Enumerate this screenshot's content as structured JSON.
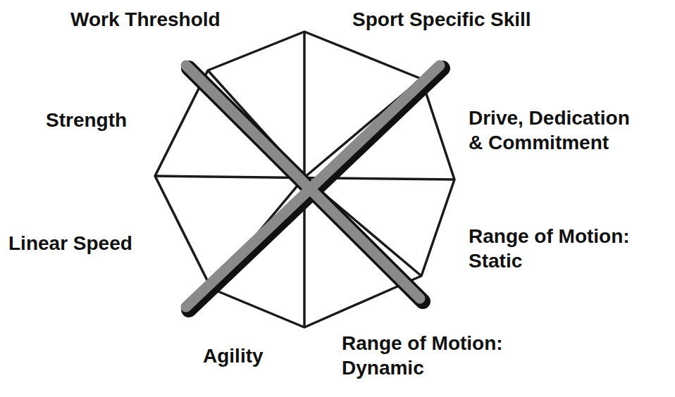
{
  "diagram": {
    "labels": [
      "Work Threshold",
      "Sport Specific Skill",
      "Strength",
      "Drive, Dedication & Commitment",
      "Linear Speed",
      "Range of Motion: Static",
      "Agility",
      "Range of Motion: Dynamic"
    ]
  }
}
